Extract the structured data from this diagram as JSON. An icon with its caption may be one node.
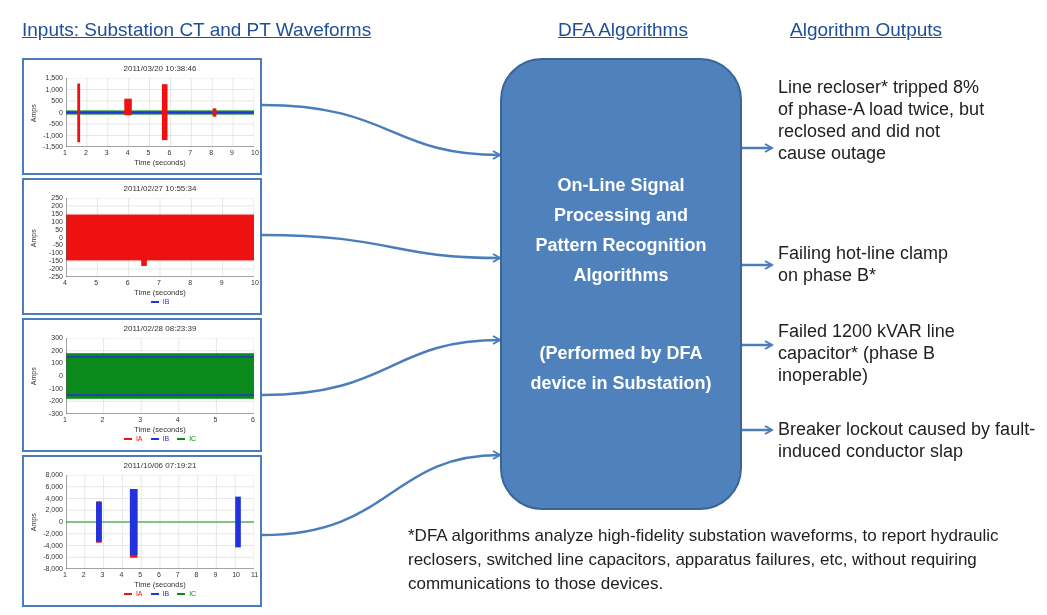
{
  "diagram": {
    "nodes": [
      {
        "text": [
          "2011/03/20 10:38:46",
          "Amps",
          "Time (seconds)",
          "1,500",
          "1,000",
          "500",
          "0",
          "-500",
          "-1,000",
          "-1,500",
          "1",
          "2",
          "3",
          "4",
          "5",
          "6",
          "7",
          "8",
          "9",
          "10"
        ]
      },
      {
        "text": [
          "2011/02/27 10:55:34",
          "Amps",
          "Time (seconds)",
          "250",
          "200",
          "150",
          "100",
          "50",
          "0",
          "-50",
          "-100",
          "-150",
          "-200",
          "-250",
          "4",
          "5",
          "6",
          "7",
          "8",
          "9",
          "10",
          "IB"
        ]
      },
      {
        "text": [
          "2011/02/28 08:23:39",
          "Amps",
          "Time (seconds)",
          "300",
          "200",
          "100",
          "0",
          "-100",
          "-200",
          "-300",
          "1",
          "2",
          "3",
          "4",
          "5",
          "6",
          "IA",
          "IB",
          "IC"
        ]
      },
      {
        "text": [
          "2011/10/06 07:19:21",
          "Amps",
          "Time (seconds)",
          "8,000",
          "6,000",
          "4,000",
          "2,000",
          "0",
          "-2,000",
          "-4,000",
          "-6,000",
          "-8,000",
          "1",
          "2",
          "3",
          "4",
          "5",
          "6",
          "7",
          "8",
          "9",
          "10",
          "11",
          "IA",
          "IB",
          "IC"
        ]
      },
      {
        "text": [
          "On-Line Signal Processing and Pattern Recognition Algorithms",
          "(Performed by DFA device in Substation)"
        ]
      },
      {
        "text": [
          "Line recloser* tripped 8% of phase-A load twice, but reclosed and did not cause outage"
        ]
      },
      {
        "text": [
          "Failing hot-line clamp on phase B*"
        ]
      },
      {
        "text": [
          "Failed 1200 kVAR line capacitor* (phase B inoperable)"
        ]
      },
      {
        "text": [
          "Breaker lockout caused by fault-induced conductor slap"
        ]
      }
    ],
    "edges": [
      {
        "from": 0,
        "to": 4,
        "arrow": "to"
      },
      {
        "from": 1,
        "to": 4,
        "arrow": "to"
      },
      {
        "from": 2,
        "to": 4,
        "arrow": "to"
      },
      {
        "from": 3,
        "to": 4,
        "arrow": "to"
      },
      {
        "from": 4,
        "to": 5,
        "arrow": "to"
      },
      {
        "from": 4,
        "to": 6,
        "arrow": "to"
      },
      {
        "from": 4,
        "to": 7,
        "arrow": "to"
      },
      {
        "from": 4,
        "to": 8,
        "arrow": "to"
      }
    ],
    "labels": [
      "Inputs: Substation CT and PT Waveforms",
      "DFA Algorithms",
      "Algorithm Outputs",
      "*DFA algorithms analyze high-fidelity substation waveforms, to report hydraulic reclosers, switched line capacitors, apparatus failures, etc, without requiring communications to those devices."
    ]
  }
}
